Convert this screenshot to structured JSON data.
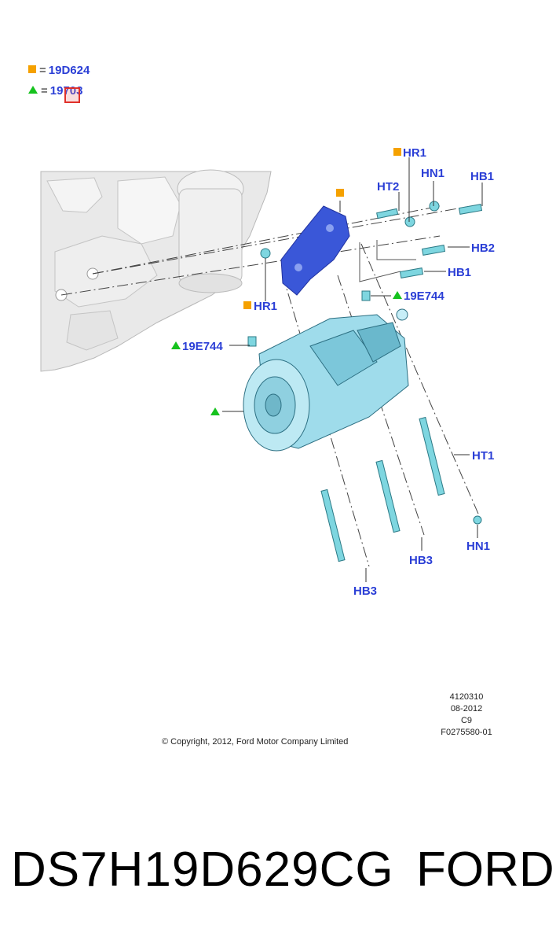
{
  "legend": [
    {
      "marker": "square",
      "color": "#f5a100",
      "eq": "=",
      "code": "19D624"
    },
    {
      "marker": "triangle",
      "color": "#16c21e",
      "eq": "=",
      "code": "19703"
    }
  ],
  "callouts": {
    "hr1_top": "HR1",
    "hn1_top": "HN1",
    "ht2": "HT2",
    "hb1_top": "HB1",
    "hb2": "HB2",
    "hb1_mid": "HB1",
    "hr1_left": "HR1",
    "e744_right": "19E744",
    "e744_left": "19E744",
    "ht1": "HT1",
    "hn1_bottom": "HN1",
    "hb3_mid": "HB3",
    "hb3_left": "HB3"
  },
  "meta": {
    "code": "4120310",
    "date": "08-2012",
    "revision": "C9",
    "figure_id": "F0275580-01"
  },
  "copyright": "© Copyright, 2012, Ford Motor Company Limited",
  "footer": {
    "part_number": "DS7H19D629CG",
    "brand": "FORD"
  },
  "colors": {
    "label": "#2b3fd6",
    "square": "#f5a100",
    "triangle": "#16c21e",
    "part_fill": "#9fdceb",
    "bracket": "#3a57d8"
  }
}
